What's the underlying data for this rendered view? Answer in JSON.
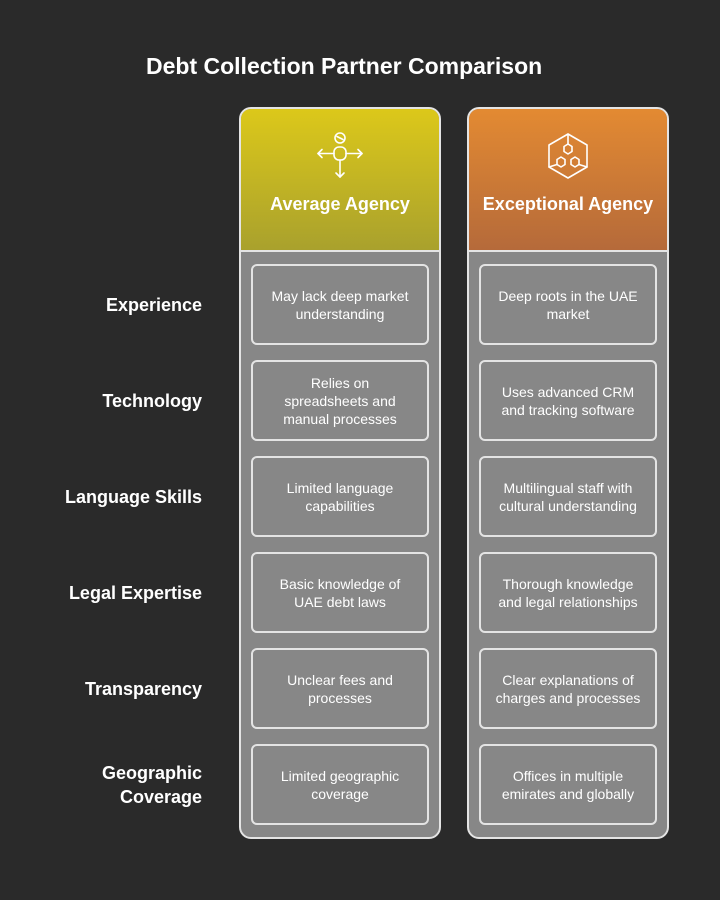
{
  "title": "Debt Collection Partner Comparison",
  "columns": [
    {
      "title": "Average Agency",
      "icon": "person-with-directional-arrows-icon",
      "accent": "#d4c21e",
      "cells": [
        "May lack deep market understanding",
        "Relies on spreadsheets and manual processes",
        "Limited language capabilities",
        "Basic knowledge of UAE debt laws",
        "Unclear fees and processes",
        "Limited geographic coverage"
      ]
    },
    {
      "title": "Exceptional Agency",
      "icon": "hexagon-network-icon",
      "accent": "#e0863a",
      "cells": [
        "Deep roots in the UAE market",
        "Uses advanced CRM and tracking software",
        "Multilingual staff with cultural understanding",
        "Thorough knowledge and legal relationships",
        "Clear explanations of charges and processes",
        "Offices in multiple emirates and globally"
      ]
    }
  ],
  "rows": [
    "Experience",
    "Technology",
    "Language Skills",
    "Legal Expertise",
    "Transparency",
    "Geographic Coverage"
  ]
}
